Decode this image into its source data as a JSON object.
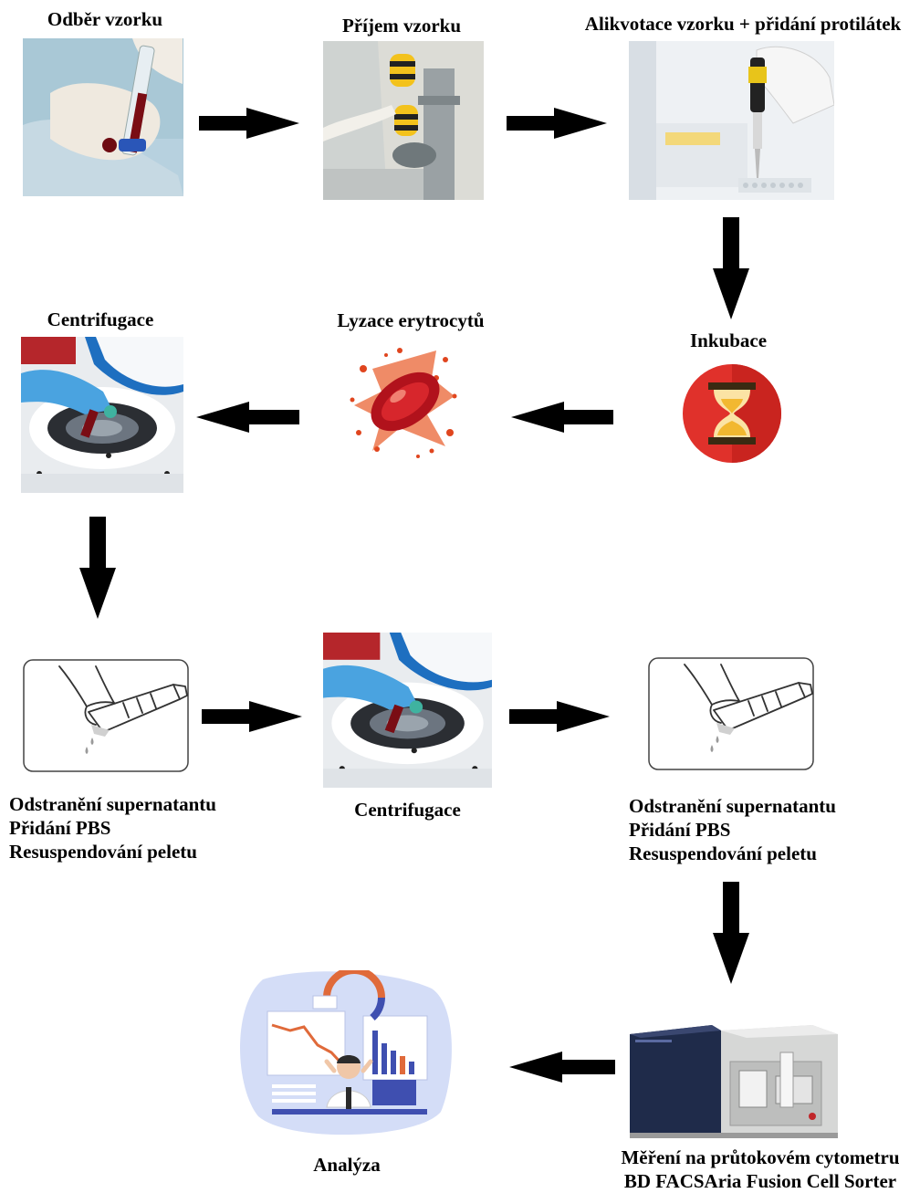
{
  "steps": {
    "s1": {
      "label": "Odběr vzorku",
      "icon": "blood-draw-syringe-icon"
    },
    "s2": {
      "label": "Příjem vzorku",
      "icon": "pneumatic-tube-sample-receipt-icon"
    },
    "s3": {
      "label": "Alikvotace vzorku + přidání protilátek",
      "icon": "pipette-icon"
    },
    "s4": {
      "label": "Inkubace",
      "icon": "hourglass-icon"
    },
    "s5": {
      "label": "Lyzace erytrocytů",
      "icon": "red-blood-cell-burst-icon"
    },
    "s6": {
      "label": "Centrifugace",
      "icon": "centrifuge-icon"
    },
    "s7": {
      "lines": [
        "Odstranění supernatantu",
        "Přidání PBS",
        "Resuspendování peletu"
      ],
      "icon": "tube-pouring-icon"
    },
    "s8": {
      "label": "Centrifugace",
      "icon": "centrifuge-icon"
    },
    "s9": {
      "lines": [
        "Odstranění supernatantu",
        "Přidání PBS",
        "Resuspendování peletu"
      ],
      "icon": "tube-pouring-icon"
    },
    "s10": {
      "lines": [
        "Měření na průtokovém cytometru",
        "BD FACSAria Fusion Cell Sorter"
      ],
      "icon": "flow-cytometer-icon"
    },
    "s11": {
      "label": "Analýza",
      "icon": "data-analysis-icon"
    }
  },
  "colors": {
    "arrow": "#000000",
    "blood": "#b1121c",
    "glove": "#4aa3e0",
    "hourglass": "#e0312b",
    "sand": "#f2b830"
  }
}
